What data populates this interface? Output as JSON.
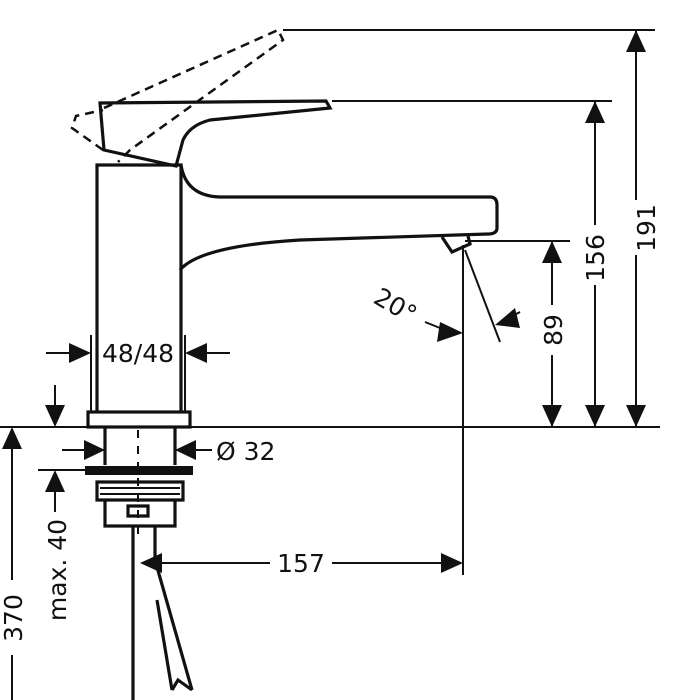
{
  "drawing": {
    "dimensions": {
      "total_height": "191",
      "handle_height": "156",
      "spout_height": "89",
      "spray_angle": "20°",
      "body_width": "48/48",
      "hole_diameter": "Ø 32",
      "spout_reach": "157",
      "max_deck_thickness": "max. 40",
      "hose_length": "370"
    }
  }
}
